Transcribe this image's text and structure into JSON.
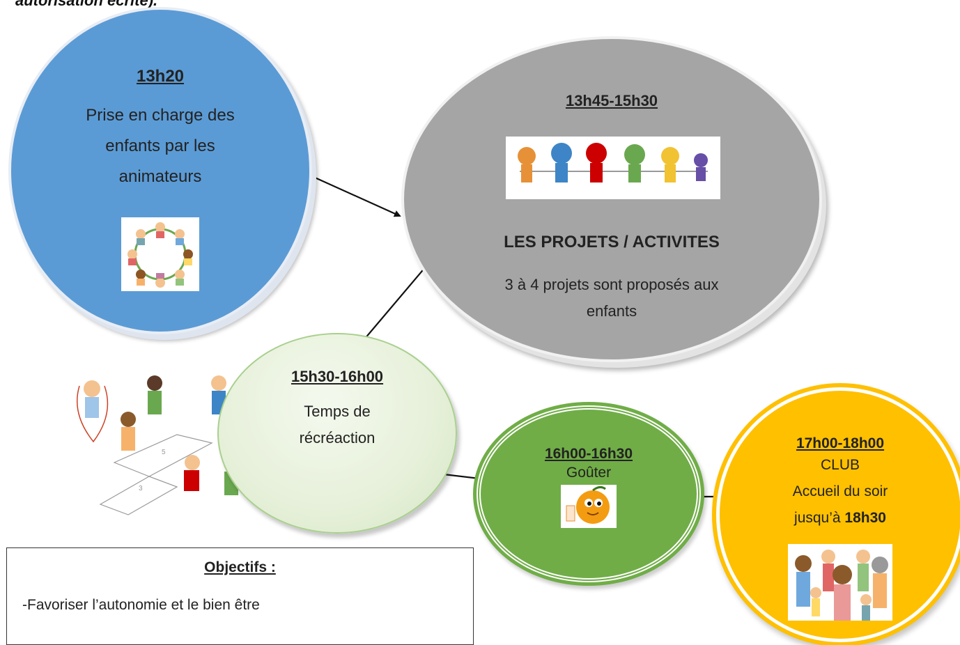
{
  "header_note": "autorisation écrite).",
  "steps": [
    {
      "time": "13h20",
      "lines": [
        "Prise en charge des",
        "enfants par les",
        "animateurs"
      ],
      "image_alt": "children-circle-image",
      "color": "#5b9bd5"
    },
    {
      "time": "13h45-15h30",
      "image_alt": "children-holding-hands-image",
      "headline": "LES PROJETS / ACTIVITES",
      "lines": [
        "3 à 4 projets sont proposés aux",
        "enfants"
      ],
      "color": "#a5a5a5"
    },
    {
      "time": "15h30-16h00",
      "lines": [
        "Temps de",
        "récréaction"
      ],
      "image_alt": "kids-playing-image",
      "color": "#e2efd9"
    },
    {
      "time": "16h00-16h30",
      "lines": [
        "Goûter"
      ],
      "image_alt": "orange-snack-image",
      "color": "#70ad47"
    },
    {
      "time": "17h00-18h00",
      "lines": [
        "CLUB",
        "Accueil du soir",
        "jusqu’à "
      ],
      "bold_end": "18h30",
      "image_alt": "families-image",
      "color": "#ffc000"
    }
  ],
  "objectives": {
    "title": "Objectifs :",
    "items": [
      "-Favoriser l’autonomie et le bien être"
    ]
  }
}
